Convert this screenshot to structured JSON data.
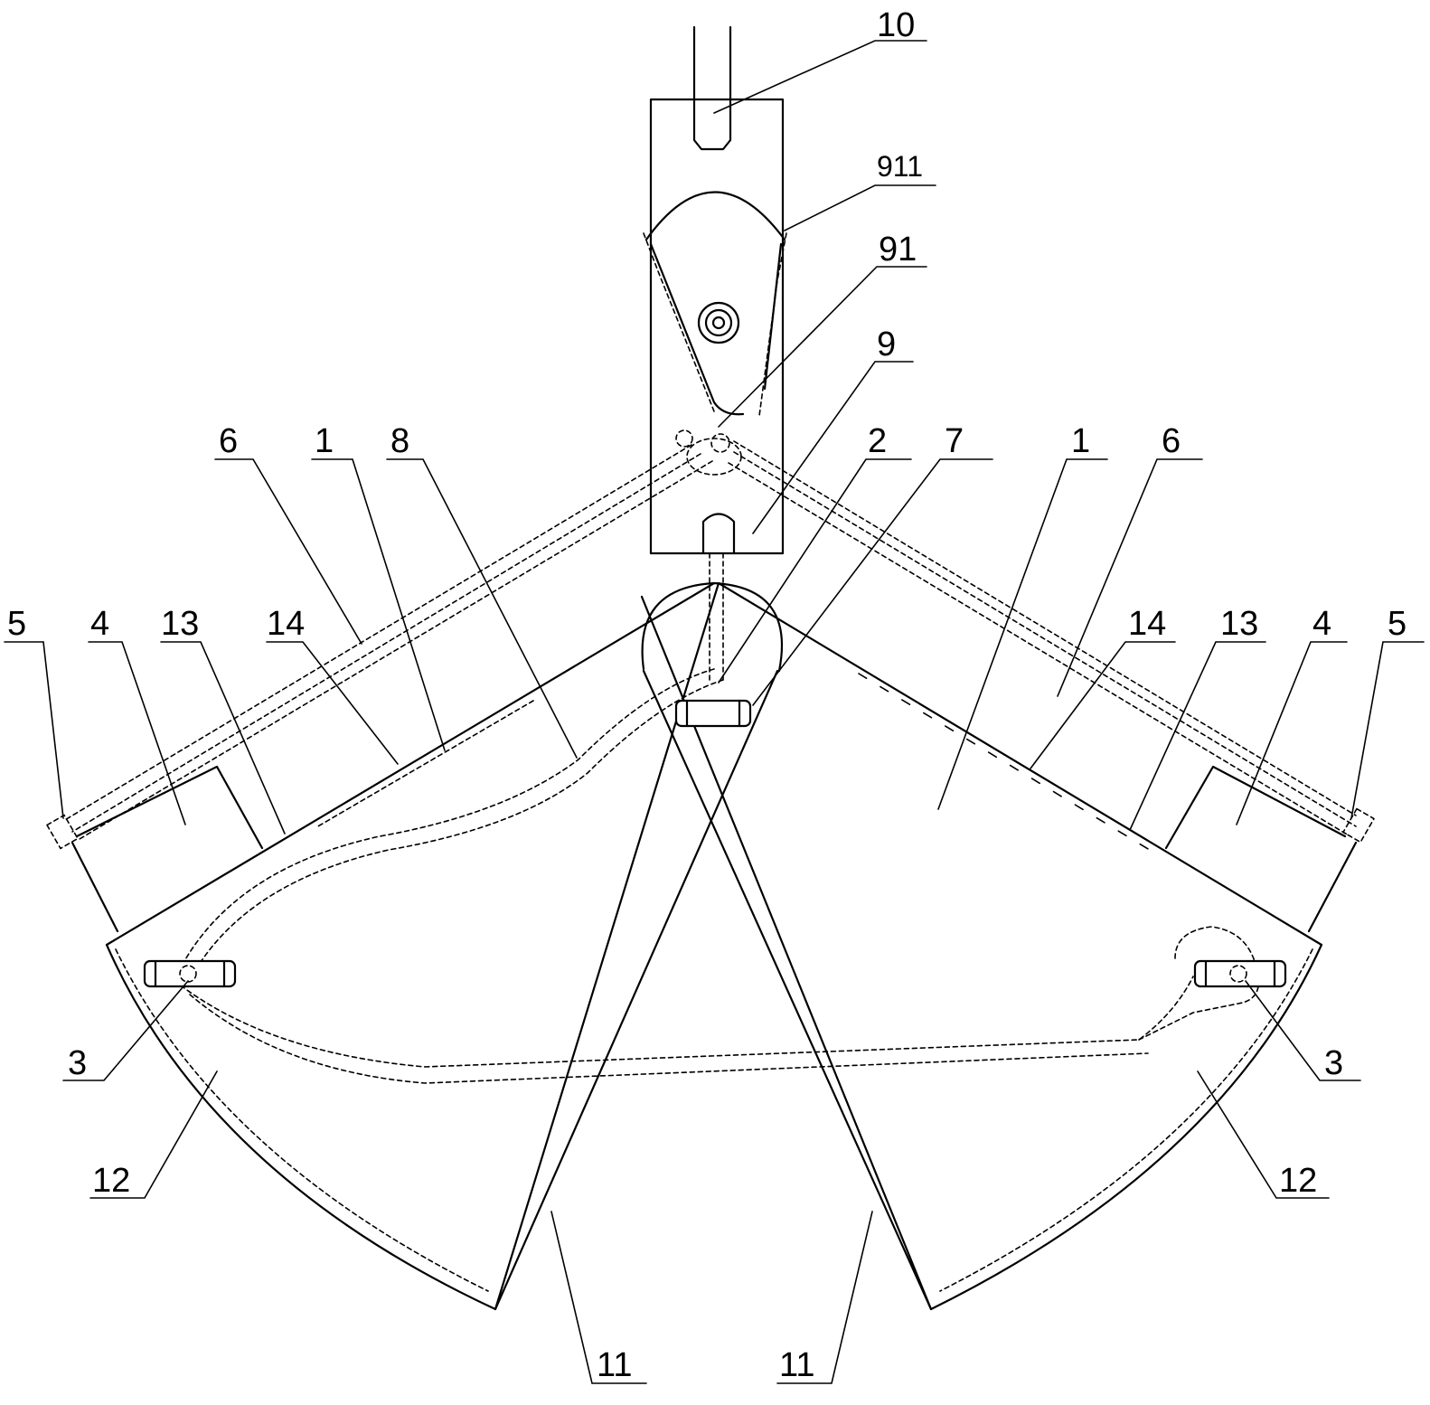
{
  "labels": {
    "l10": "10",
    "l911": "911",
    "l91": "91",
    "l9": "9",
    "l2": "2",
    "l7": "7",
    "l8": "8",
    "l1_left": "1",
    "l1_right": "1",
    "l6_left": "6",
    "l6_right": "6",
    "l5_left": "5",
    "l5_right": "5",
    "l4_left": "4",
    "l4_right": "4",
    "l13_left": "13",
    "l13_right": "13",
    "l14_left": "14",
    "l14_right": "14",
    "l3_left": "3",
    "l3_right": "3",
    "l12_left": "12",
    "l12_right": "12",
    "l11_left": "11",
    "l11_right": "11"
  }
}
